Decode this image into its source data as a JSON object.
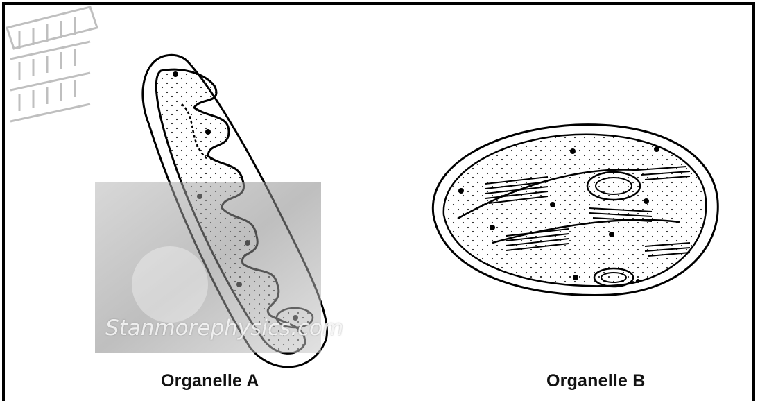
{
  "labels": {
    "organelle_a": "Organelle A",
    "organelle_b": "Organelle B"
  },
  "watermark": {
    "text": "Stanmorephysics.com"
  },
  "colors": {
    "outline": "#000000",
    "watermark_bg": "#9a9a9a"
  }
}
